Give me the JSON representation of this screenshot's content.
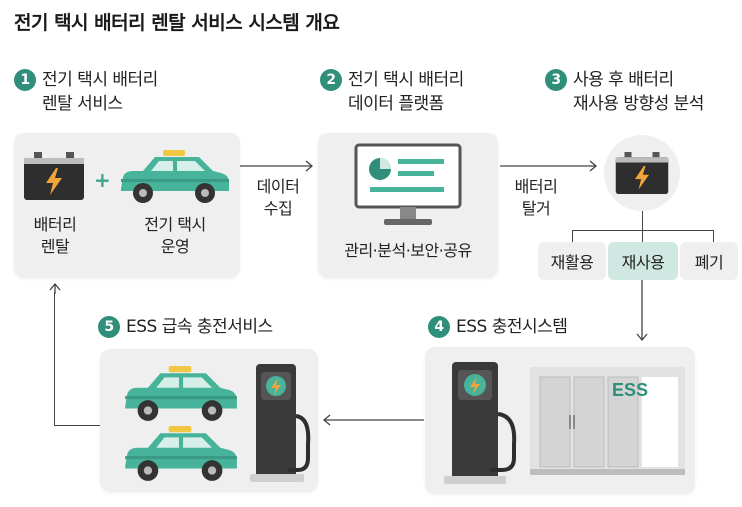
{
  "title": "전기 택시 배터리 렌탈 서비스 시스템 개요",
  "steps": [
    {
      "num": "1",
      "line1": "전기 택시 배터리",
      "line2": "렌탈 서비스"
    },
    {
      "num": "2",
      "line1": "전기 택시 배터리",
      "line2": "데이터 플랫폼"
    },
    {
      "num": "3",
      "line1": "사용 후 배터리",
      "line2": "재사용 방향성 분석"
    },
    {
      "num": "4",
      "line1": "ESS 충전시스템"
    },
    {
      "num": "5",
      "line1": "ESS 급속 충전서비스"
    }
  ],
  "panel1": {
    "battery_label_1": "배터리",
    "battery_label_2": "렌탈",
    "plus": "+",
    "taxi_label_1": "전기 택시",
    "taxi_label_2": "운영"
  },
  "panel2": {
    "caption": "관리·분석·보안·공유"
  },
  "arrow_labels": {
    "data_1": "데이터",
    "data_2": "수집",
    "detach_1": "배터리",
    "detach_2": "탈거"
  },
  "options": [
    "재활용",
    "재사용",
    "폐기"
  ],
  "ess_label": "ESS",
  "colors": {
    "accent": "#2f8f7a",
    "taxi": "#46b39a",
    "panel": "#efefef",
    "highlight_chip": "#cfe9e2",
    "bolt": "#f2a43a"
  }
}
